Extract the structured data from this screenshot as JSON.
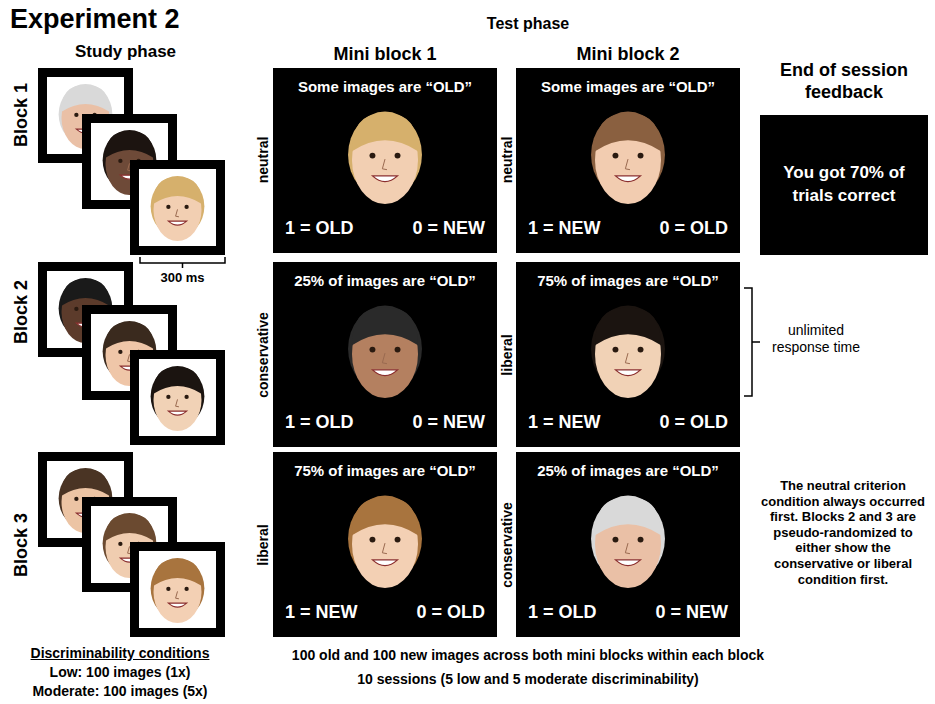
{
  "diagram": {
    "title": "Experiment 2",
    "nodes": [
      {
        "text": [
          "Some images are “OLD”",
          "1 = OLD",
          "0 = NEW"
        ]
      },
      {
        "text": [
          "Some images are “OLD”",
          "1 = NEW",
          "0 = OLD"
        ]
      },
      {
        "text": [
          "You got 70% of trials correct"
        ]
      },
      {
        "text": [
          "25% of images are “OLD”",
          "1 = OLD",
          "0 = NEW"
        ]
      },
      {
        "text": [
          "75% of images are “OLD”",
          "1 = NEW",
          "0 = OLD"
        ]
      },
      {
        "text": [
          "75% of images are “OLD”",
          "1 = NEW",
          "0 = OLD"
        ]
      },
      {
        "text": [
          "25% of images are “OLD”",
          "1 = OLD",
          "0 = NEW"
        ]
      }
    ],
    "labels": [
      "Study phase",
      "Test phase",
      "Mini block 1",
      "Mini block 2",
      "End of session feedback",
      "Block 1",
      "neutral",
      "neutral",
      "300 ms",
      "Block 2",
      "conservative",
      "liberal",
      "unlimited response time",
      "Block 3",
      "liberal",
      "conservative",
      "The neutral criterion condition always occurred first. Blocks 2 and 3 are pseudo-randomized to either show the conservative or liberal condition first.",
      "Discriminability conditions",
      "Low: 100 images (1x)",
      "Moderate: 100 images (5x)",
      "100 old and 100 new images across both mini blocks within each block",
      "10 sessions (5 low and 5 moderate discriminability)"
    ]
  }
}
